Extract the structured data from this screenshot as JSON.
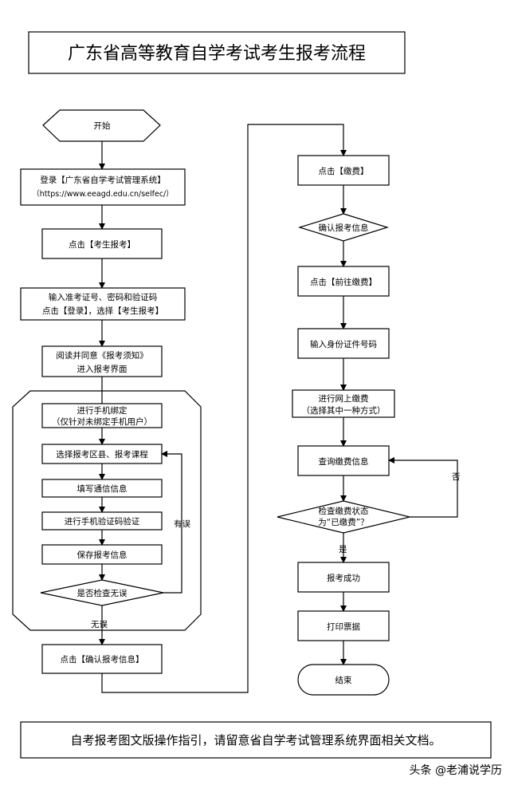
{
  "title": "广东省高等教育自学考试考生报考流程",
  "left_flow": {
    "start": "开始",
    "login_line1": "登录【广东省自学考试管理系统】",
    "login_line2": "（https://www.eeagd.edu.cn/selfec/）",
    "click_apply": "点击【考生报考】",
    "input_line1": "输入准考证号、密码和验证码",
    "input_line2": "点击【登录】，选择【考生报考】",
    "read_line1": "阅读并同意《报考须知》",
    "read_line2": "进入报考界面",
    "bind_line1": "进行手机绑定",
    "bind_line2": "（仅针对未绑定手机用户）",
    "select_course": "选择报考区县、报考课程",
    "fill_contact": "填写通信信息",
    "sms_verify": "进行手机验证码验证",
    "save_info": "保存报考信息",
    "check_ok": "是否检查无误",
    "label_error": "有误",
    "label_ok": "无误",
    "confirm_info": "点击【确认报考信息】"
  },
  "right_flow": {
    "click_pay": "点击【缴费】",
    "confirm_info": "确认报考信息",
    "go_pay": "点击【前往缴费】",
    "input_id": "输入身份证件号码",
    "online_pay_line1": "进行网上缴费",
    "online_pay_line2": "（选择其中一种方式）",
    "query_pay": "查询缴费信息",
    "check_line1": "检查缴费状态",
    "check_line2": "为“已缴费”？",
    "label_no": "否",
    "label_yes": "是",
    "success": "报考成功",
    "print_ticket": "打印票据",
    "end": "结束"
  },
  "footer": "自考报考图文版操作指引，请留意省自学考试管理系统界面相关文档。",
  "watermark": "头条 @老浦说学历"
}
